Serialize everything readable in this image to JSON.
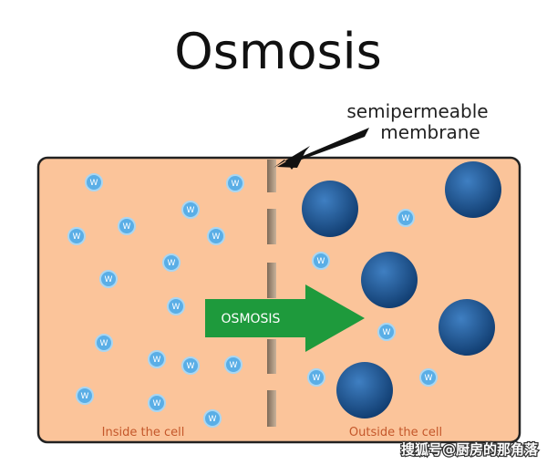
{
  "title": "Osmosis",
  "membrane_label": [
    "semipermeable",
    "membrane"
  ],
  "arrow_label": "OSMOSIS",
  "inside_label": "Inside the cell",
  "outside_label": "Outside the cell",
  "water_symbol": "W",
  "watermark": "搜狐号@厨房的那角落",
  "colors": {
    "cell_fill": "#fbc49a",
    "water": "#5aaee6",
    "solute": "#1c5a9c",
    "arrow": "#1e9a3c",
    "membrane": "#9a8470"
  }
}
